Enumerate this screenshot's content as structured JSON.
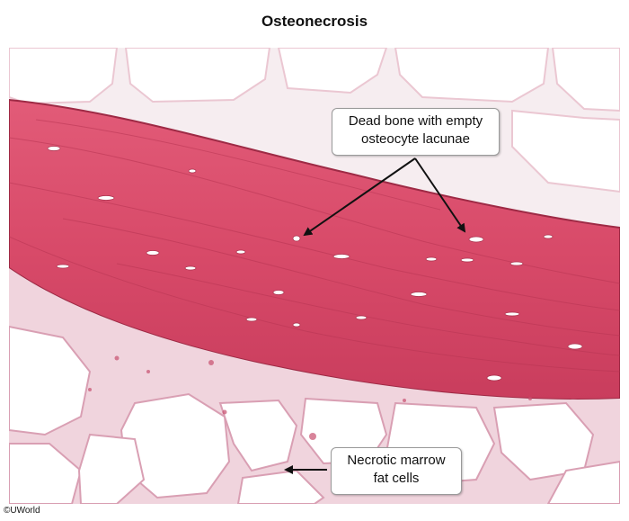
{
  "title": "Osteonecrosis",
  "callouts": {
    "bone": {
      "line1": "Dead bone with empty",
      "line2": "osteocyte lacunae"
    },
    "marrow": {
      "line1": "Necrotic marrow",
      "line2": "fat cells"
    }
  },
  "copyright": "©UWorld",
  "colors": {
    "bone": "#d94b6b",
    "bone_dark": "#b8324f",
    "marrow_bg": "#f7eef1",
    "fat_cell": "#ffffff",
    "stroma": "#e7b5c4"
  }
}
